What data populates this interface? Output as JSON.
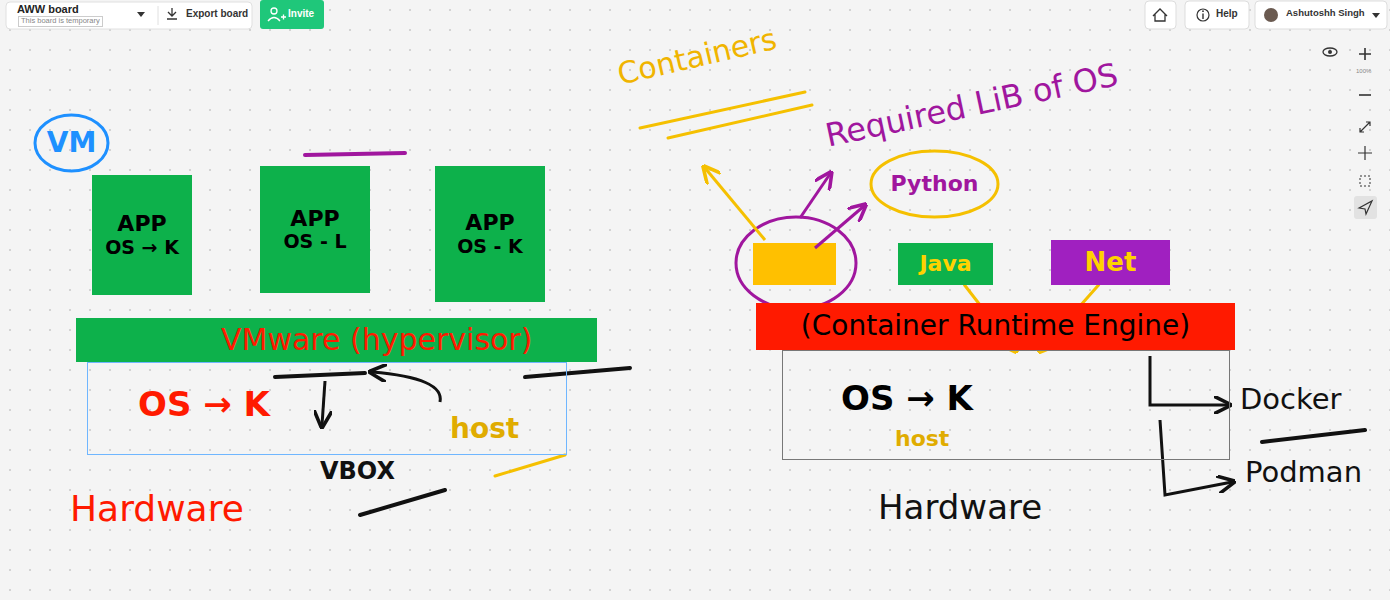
{
  "diagram": {
    "nodes": [
      {
        "text": [
          "VM"
        ]
      },
      {
        "text": [
          "APP",
          "OS → K"
        ]
      },
      {
        "text": [
          "APP",
          "OS - L"
        ]
      },
      {
        "text": [
          "APP",
          "OS - K"
        ]
      },
      {
        "text": [
          "VMware (hypervisor)"
        ]
      },
      {
        "text": [
          "OS → K",
          "host"
        ]
      },
      {
        "text": [
          "Python"
        ]
      },
      {
        "text": [
          "Java"
        ]
      },
      {
        "text": [
          "Net"
        ]
      },
      {
        "text": [
          "(Container Runtime Engine)"
        ]
      },
      {
        "text": [
          "OS → K",
          "host"
        ]
      }
    ],
    "edges": [
      {
        "from": 7,
        "to": 10,
        "arrow": "to"
      },
      {
        "from": 8,
        "to": 10,
        "arrow": "to"
      }
    ],
    "labels": [
      "AWW board",
      "This board is temporary",
      "Export board",
      "Invite",
      "Help",
      "Ashutoshh Singh",
      "100%",
      "Containers",
      "Required LiB of OS",
      "VBOX",
      "Hardware",
      "Docker",
      "Podman",
      "Hardware"
    ]
  }
}
